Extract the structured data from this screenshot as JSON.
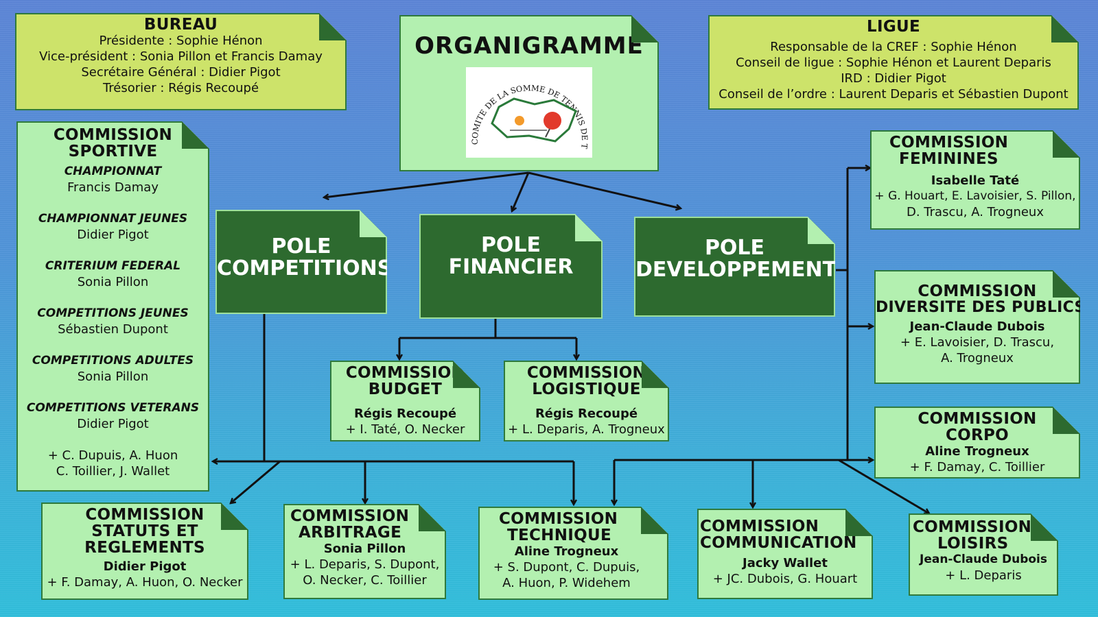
{
  "bureau": {
    "title": "BUREAU",
    "lines": [
      "Présidente : Sophie Hénon",
      "Vice-président : Sonia Pillon et Francis Damay",
      "Secrétaire Général : Didier Pigot",
      "Trésorier : Régis Recoupé"
    ]
  },
  "organigramme": {
    "title": "ORGANIGRAMME",
    "logo_text": "COMITE DE LA SOMME DE TENNIS DE TABLE"
  },
  "ligue": {
    "title": "LIGUE",
    "lines": [
      "Responsable de la CREF : Sophie Hénon",
      "Conseil de ligue : Sophie Hénon et Laurent Deparis",
      "IRD : Didier Pigot",
      "Conseil de l’ordre : Laurent Deparis et Sébastien Dupont"
    ]
  },
  "sportive": {
    "title": [
      "COMMISSION",
      "SPORTIVE"
    ],
    "sections": [
      {
        "name": "CHAMPIONNAT",
        "person": "Francis Damay"
      },
      {
        "name": "CHAMPIONNAT JEUNES",
        "person": "Didier Pigot"
      },
      {
        "name": "CRITERIUM FEDERAL",
        "person": "Sonia Pillon"
      },
      {
        "name": "COMPETITIONS JEUNES",
        "person": "Sébastien Dupont"
      },
      {
        "name": "COMPETITIONS ADULTES",
        "person": "Sonia Pillon"
      },
      {
        "name": "COMPETITIONS VETERANS",
        "person": "Didier Pigot"
      }
    ],
    "members": [
      "+ C. Dupuis, A. Huon",
      "C. Toillier, J. Wallet"
    ]
  },
  "poles": {
    "competitions": [
      "POLE",
      "COMPETITIONS"
    ],
    "financier": [
      "POLE",
      "FINANCIER"
    ],
    "developpement": [
      "POLE",
      "DEVELOPPEMENT"
    ]
  },
  "commissions": {
    "budget": {
      "title": [
        "COMMISSION",
        "BUDGET"
      ],
      "lead": "Régis Recoupé",
      "members": [
        "+ I. Taté, O. Necker"
      ]
    },
    "logistique": {
      "title": [
        "COMMISSION",
        "LOGISTIQUE"
      ],
      "lead": "Régis Recoupé",
      "members": [
        "+ L. Deparis, A. Trogneux"
      ]
    },
    "feminines": {
      "title": [
        "COMMISSION",
        "FEMININES"
      ],
      "lead": "Isabelle Taté",
      "members": [
        "+ G. Houart, E. Lavoisier, S. Pillon,",
        "D. Trascu, A. Trogneux"
      ]
    },
    "diversite": {
      "title": [
        "COMMISSION",
        "DIVERSITE DES PUBLICS"
      ],
      "lead": "Jean-Claude Dubois",
      "members": [
        "+ E. Lavoisier, D. Trascu,",
        "A. Trogneux"
      ]
    },
    "corpo": {
      "title": [
        "COMMISSION",
        "CORPO"
      ],
      "lead": "Aline Trogneux",
      "members": [
        "+ F. Damay, C. Toillier"
      ]
    },
    "statuts": {
      "title": [
        "COMMISSION",
        "STATUTS ET",
        "REGLEMENTS"
      ],
      "lead": "Didier Pigot",
      "members": [
        "+ F. Damay, A. Huon, O. Necker"
      ]
    },
    "arbitrage": {
      "title": [
        "COMMISSION",
        "ARBITRAGE"
      ],
      "lead": "Sonia Pillon",
      "members": [
        "+ L. Deparis, S. Dupont,",
        "O. Necker, C. Toillier"
      ]
    },
    "technique": {
      "title": [
        "COMMISSION",
        "TECHNIQUE"
      ],
      "lead": "Aline Trogneux",
      "members": [
        "+ S. Dupont, C. Dupuis,",
        "A. Huon, P. Widehem"
      ]
    },
    "communication": {
      "title": [
        "COMMISSION",
        "COMMUNICATION"
      ],
      "lead": "Jacky Wallet",
      "members": [
        "+ JC. Dubois, G. Houart"
      ]
    },
    "loisirs": {
      "title": [
        "COMMISSION",
        "LOISIRS"
      ],
      "lead": "Jean-Claude Dubois",
      "members": [
        "+ L. Deparis"
      ]
    }
  },
  "colors": {
    "lime_note": "#cde36a",
    "mint_note": "#b3f0b0",
    "pole_green": "#2d6a2f",
    "border_green": "#2f7a3c",
    "connector": "#111111"
  }
}
